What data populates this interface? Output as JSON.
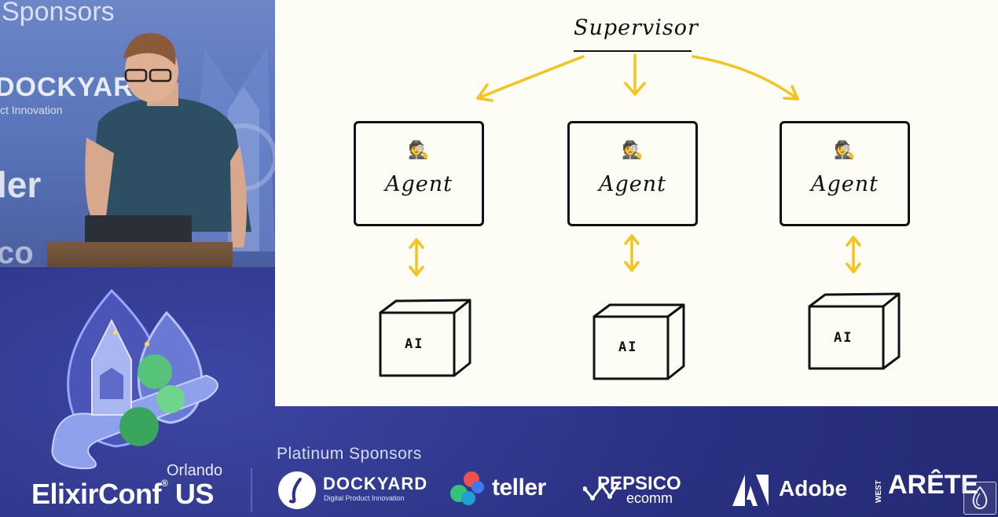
{
  "video": {
    "background_text": {
      "sponsors": "Sponsors",
      "dockyard": "DOCKYARD",
      "innovation": "ct Innovation",
      "ler": "ler",
      "co": "co"
    }
  },
  "slide": {
    "supervisor_label": "Supervisor",
    "agents": [
      {
        "emoji": "🕵️",
        "label": "Agent"
      },
      {
        "emoji": "🕵️",
        "label": "Agent"
      },
      {
        "emoji": "🕵️",
        "label": "Agent"
      }
    ],
    "ai_boxes": [
      {
        "label": "AI"
      },
      {
        "label": "AI"
      },
      {
        "label": "AI"
      }
    ],
    "colors": {
      "arrow": "#f3c31f",
      "ink": "#111111",
      "paper": "#fdfcf5"
    }
  },
  "branding": {
    "city": "Orlando",
    "conference": "ElixirConf",
    "region_mark": "®",
    "region": "US",
    "sponsors_heading": "Platinum Sponsors",
    "sponsors": {
      "dockyard": {
        "name": "DOCKYARD",
        "tagline": "Digital Product Innovation"
      },
      "teller": {
        "name": "teller"
      },
      "pepsico": {
        "name": "PEPSICO",
        "sub": "ecomm"
      },
      "adobe": {
        "name": "Adobe"
      },
      "arete": {
        "prefix": "WEST",
        "name": "ARÊTE"
      }
    },
    "colors": {
      "background": "#2a3182",
      "text": "#ffffff"
    }
  }
}
